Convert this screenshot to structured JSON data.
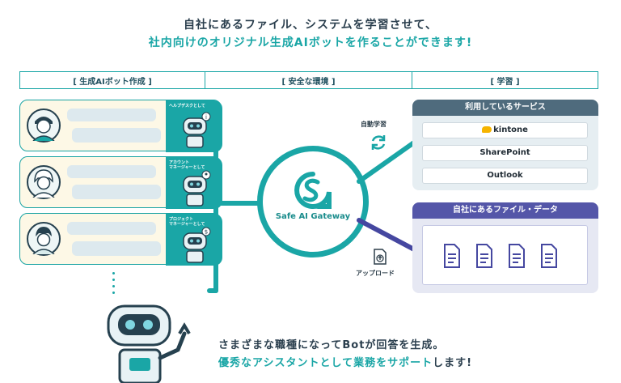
{
  "headline": {
    "line1": "自社にあるファイル、システムを学習させて、",
    "line2": "社内向けのオリジナル生成AIボットを作ることができます!"
  },
  "columns": {
    "create": "[ 生成AIボット作成 ]",
    "secure": "[ 安全な環境 ]",
    "learn": "[ 学習 ]"
  },
  "personas": [
    {
      "role": "ヘルプデスクとして"
    },
    {
      "role": "アカウント\nマネージャーとして"
    },
    {
      "role": "プロジェクト\nマネージャーとして"
    }
  ],
  "gateway": {
    "name": "Safe AI Gateway"
  },
  "flows": {
    "auto_learn": "自動学習",
    "upload": "アップロード"
  },
  "services": {
    "title": "利用しているサービス",
    "items": [
      "kintone",
      "SharePoint",
      "Outlook"
    ]
  },
  "files": {
    "title": "自社にあるファイル・データ"
  },
  "bottom": {
    "line1": "さまざまな職種になってBotが回答を生成。",
    "line2_a": "優秀なアシスタントとして業務をサポート",
    "line2_b": "します!"
  },
  "colors": {
    "teal": "#1aa6a6",
    "navy": "#2b3f4e",
    "indigo": "#5456a8",
    "slate": "#4f6b7d"
  }
}
